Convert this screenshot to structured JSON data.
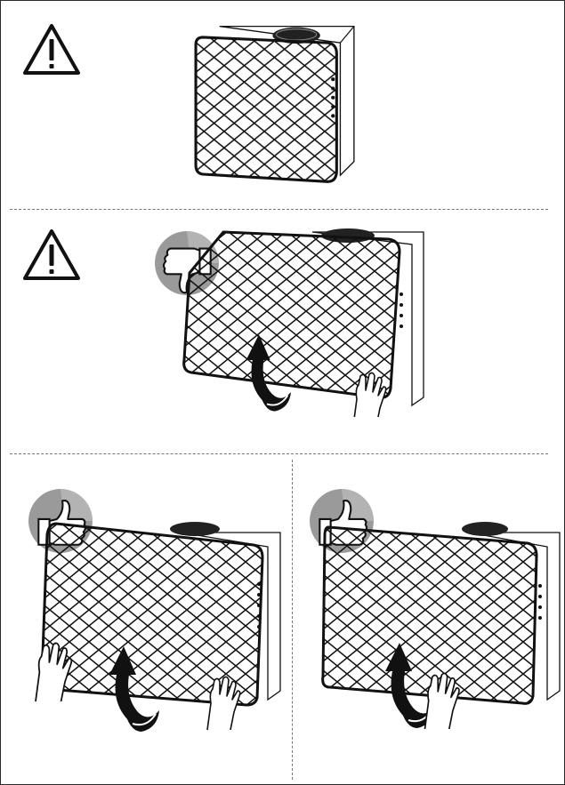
{
  "icons": {
    "warning": "warning-triangle-icon",
    "bad": "thumbs-down-icon",
    "good": "thumbs-up-icon",
    "arrow": "curved-arrow-up-icon"
  },
  "colors": {
    "line": "#1a1a1a",
    "badge": "#8f8f8f",
    "badge_light": "#c9c9c9",
    "divider": "#777777"
  },
  "steps": [
    {
      "id": "warning-overview",
      "verdict": ""
    },
    {
      "id": "wrong-removal",
      "verdict": "incorrect"
    },
    {
      "id": "correct-removal-two-hands",
      "verdict": "correct"
    },
    {
      "id": "correct-removal-one-hand",
      "verdict": "correct"
    }
  ]
}
